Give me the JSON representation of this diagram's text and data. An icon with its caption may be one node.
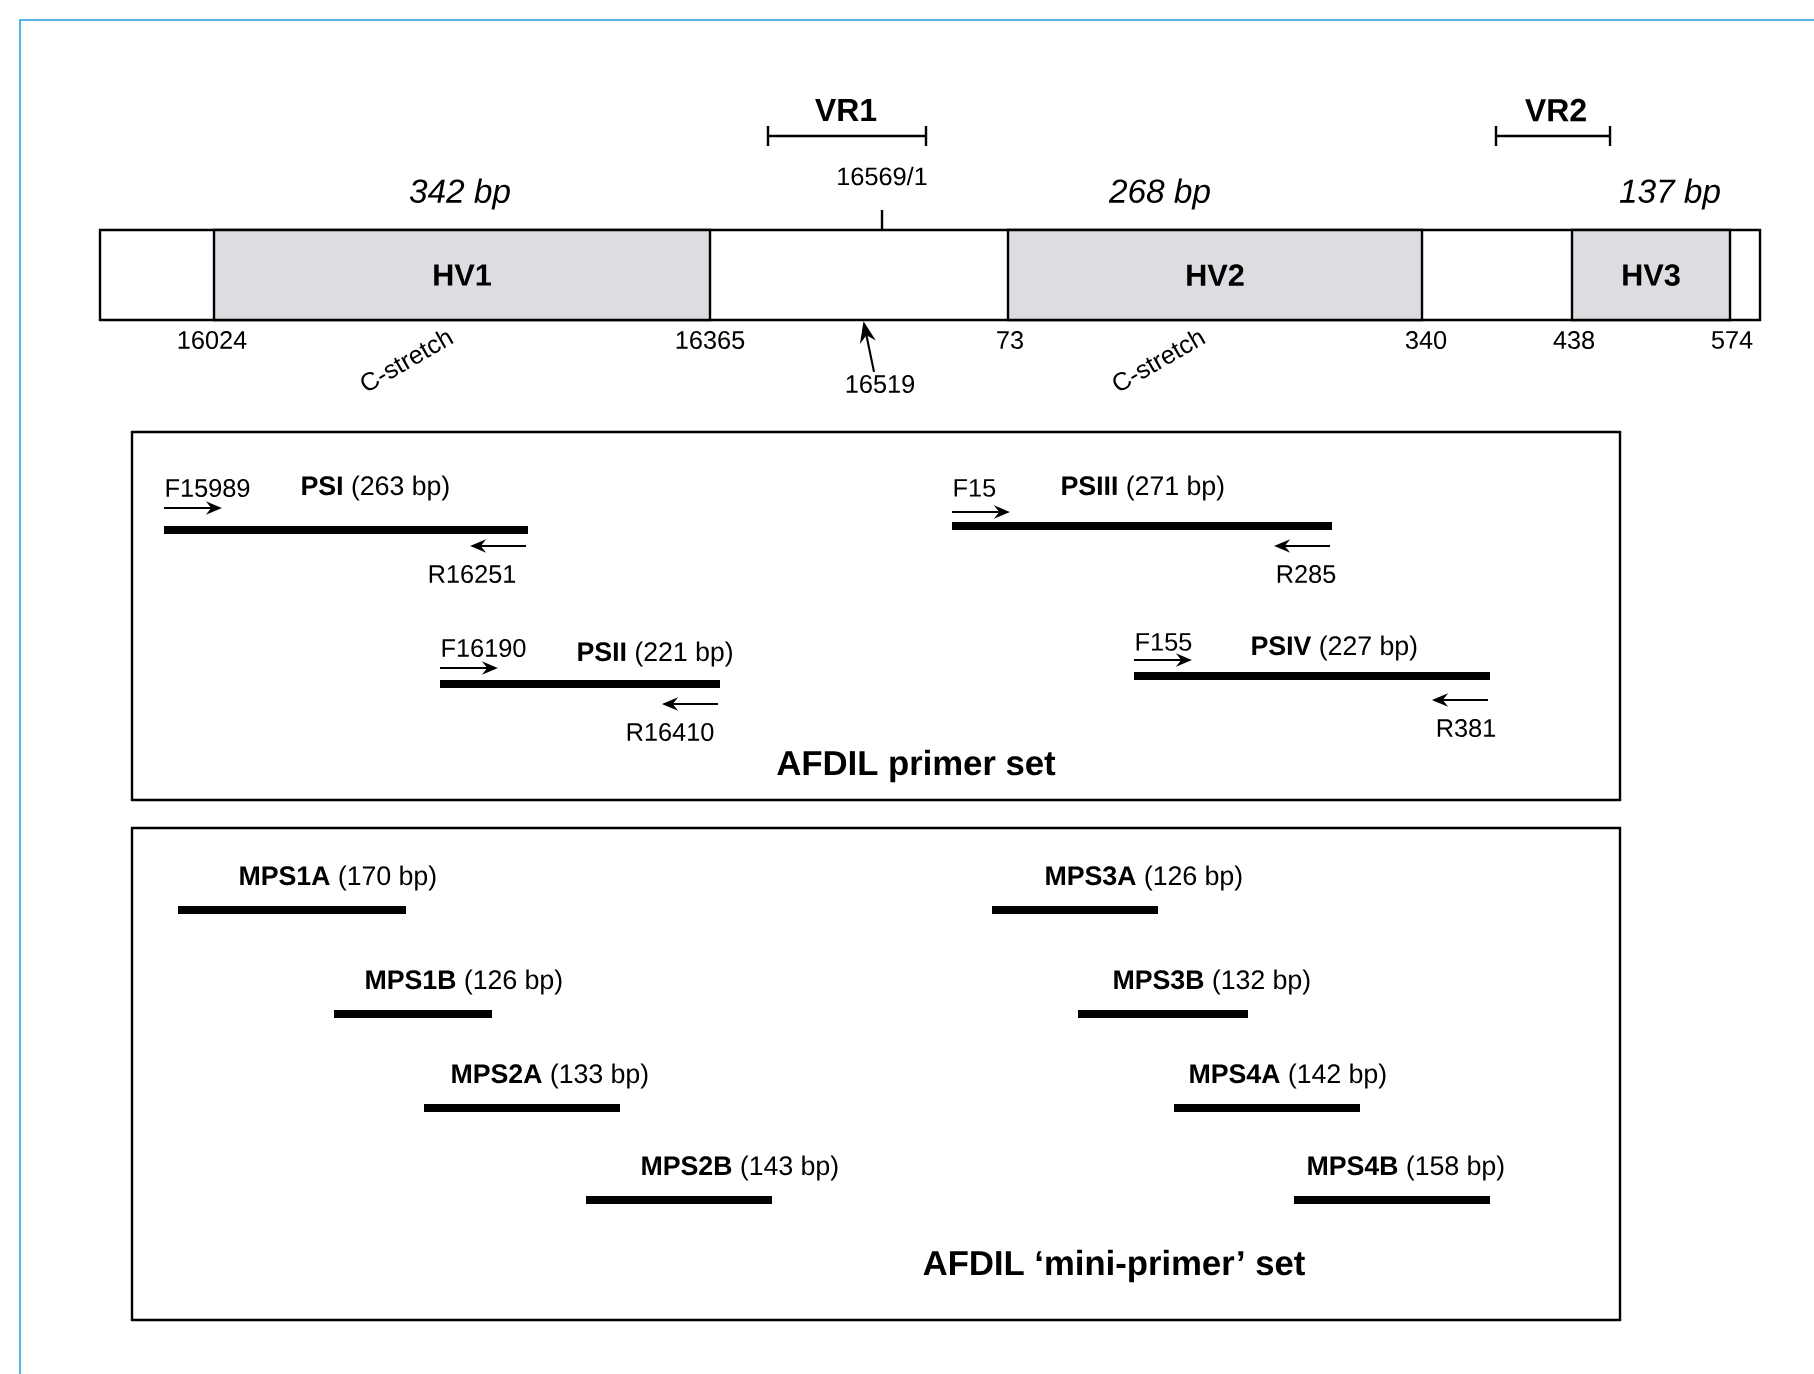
{
  "diagram": {
    "nodes": [
      {
        "text": [],
        "shape": "bar"
      },
      {
        "text": [
          "HV1"
        ],
        "in": 0,
        "beside": [
          "342 bp",
          "C-stretch"
        ]
      },
      {
        "text": [
          "HV2"
        ],
        "in": 0,
        "beside": [
          "268 bp",
          "C-stretch"
        ]
      },
      {
        "text": [
          "HV3"
        ],
        "in": 0,
        "beside": [
          "137 bp"
        ]
      },
      {
        "text": [
          "16519"
        ]
      },
      {
        "text": [
          "AFDIL primer set"
        ]
      },
      {
        "text": [
          "F15989",
          "**PSI** (263 bp)",
          "R16251"
        ],
        "in": 5
      },
      {
        "text": [
          "F16190",
          "**PSII** (221 bp)",
          "R16410"
        ],
        "in": 5
      },
      {
        "text": [
          "F15",
          "**PSIII** (271 bp)",
          "R285"
        ],
        "in": 5
      },
      {
        "text": [
          "F155",
          "**PSIV** (227 bp)",
          "R381"
        ],
        "in": 5
      },
      {
        "text": [
          "AFDIL ‘mini-primer’ set"
        ]
      },
      {
        "text": [
          "**MPS1A** (170 bp)"
        ],
        "in": 10
      },
      {
        "text": [
          "**MPS1B** (126 bp)"
        ],
        "in": 10
      },
      {
        "text": [
          "**MPS2A** (133 bp)"
        ],
        "in": 10
      },
      {
        "text": [
          "**MPS2B** (143 bp)"
        ],
        "in": 10
      },
      {
        "text": [
          "**MPS3A** (126 bp)"
        ],
        "in": 10
      },
      {
        "text": [
          "**MPS3B** (132 bp)"
        ],
        "in": 10
      },
      {
        "text": [
          "**MPS4A** (142 bp)"
        ],
        "in": 10
      },
      {
        "text": [
          "**MPS4B** (158 bp)"
        ],
        "in": 10
      }
    ],
    "edges": [
      {
        "from": 4,
        "to": 0,
        "arrow": "to"
      }
    ],
    "labels": [
      "VR1",
      "VR2",
      "16569/1",
      "16024",
      "16365",
      "73",
      "340",
      "438",
      "574"
    ]
  }
}
